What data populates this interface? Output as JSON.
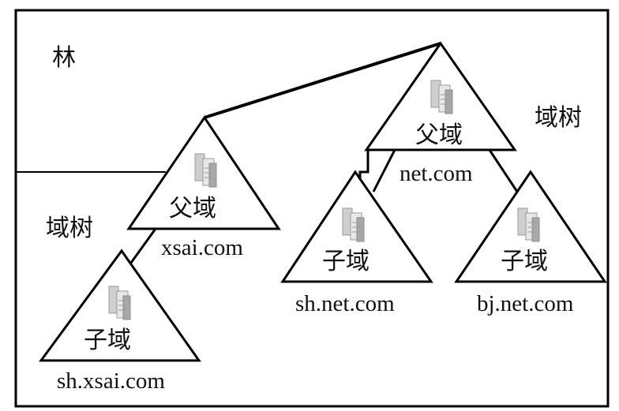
{
  "labels": {
    "forest": "林",
    "tree_left": "域树",
    "tree_right": "域树"
  },
  "domains": [
    {
      "id": "xsai",
      "role": "父域",
      "name": "xsai.com"
    },
    {
      "id": "sh-xsai",
      "role": "子域",
      "name": "sh.xsai.com"
    },
    {
      "id": "net",
      "role": "父域",
      "name": "net.com"
    },
    {
      "id": "sh-net",
      "role": "子域",
      "name": "sh.net.com"
    },
    {
      "id": "bj-net",
      "role": "子域",
      "name": "bj.net.com"
    }
  ],
  "colors": {
    "stroke": "#000000",
    "server_light": "#e6e6e6",
    "server_mid": "#bdbdbd",
    "server_dark": "#8c8c8c"
  },
  "icons": {
    "server": "server-icon"
  }
}
